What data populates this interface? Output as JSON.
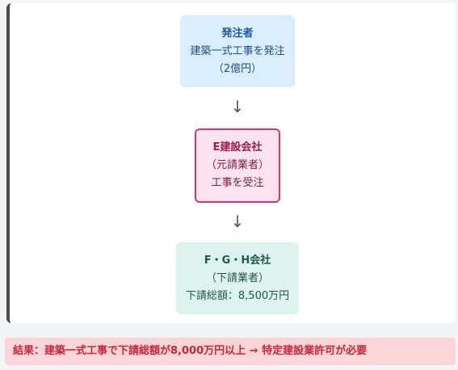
{
  "diagram": {
    "client": {
      "title": "発注者",
      "line1": "建築一式工事を発注",
      "line2": "（2億円）"
    },
    "arrow1": "↓",
    "prime_contractor": {
      "title": "E建設会社",
      "line1": "（元請業者）",
      "line2": "工事を受注"
    },
    "arrow2": "↓",
    "subcontractors": {
      "title": "F・G・H会社",
      "line1": "（下請業者）",
      "line2": "下請総額：8,500万円"
    }
  },
  "result": {
    "text": "結果：建築一式工事で下請総額が8,000万円以上 → 特定建設業許可が必要"
  }
}
